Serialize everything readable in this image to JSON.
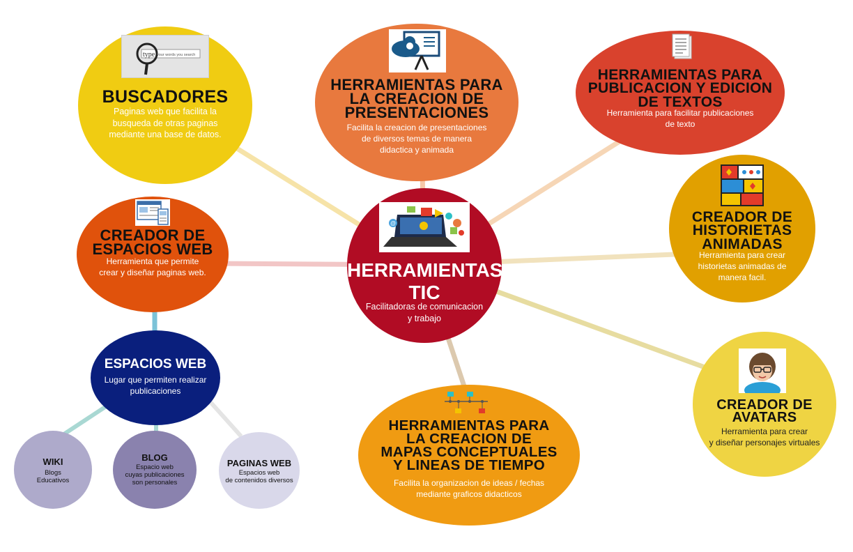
{
  "center": {
    "title_line1": "HERRAMIENTAS",
    "title_line2": "TIC",
    "desc_line1": "Facilitadoras de comunicacion",
    "desc_line2": "y trabajo"
  },
  "buscadores": {
    "title": "BUSCADORES",
    "icon_search_text": "type",
    "icon_bar_text": "your words you search",
    "desc_line1": "Paginas web que facilita la",
    "desc_line2": "busqueda de otras paginas",
    "desc_line3": "mediante una base de datos."
  },
  "presentaciones": {
    "title_line1": "HERRAMIENTAS PARA",
    "title_line2": "LA CREACION DE",
    "title_line3": "PRESENTACIONES",
    "desc_line1": "Facilita la creacion de presentaciones",
    "desc_line2": "de diversos temas de manera",
    "desc_line3": "didactica y animada"
  },
  "publicacion": {
    "title_line1": "HERRAMIENTAS PARA",
    "title_line2": "PUBLICACION Y EDICION",
    "title_line3": "DE TEXTOS",
    "desc_line1": "Herramienta para facilitar publicaciones",
    "desc_line2": "de texto"
  },
  "historietas": {
    "title_line1": "CREADOR DE",
    "title_line2": "HISTORIETAS",
    "title_line3": "ANIMADAS",
    "desc_line1": "Herramienta para crear",
    "desc_line2": "historietas animadas de",
    "desc_line3": "manera facil."
  },
  "avatars": {
    "title_line1": "CREADOR DE",
    "title_line2": "AVATARS",
    "desc_line1": "Herramienta para crear",
    "desc_line2": "y diseñar personajes virtuales"
  },
  "mapas": {
    "title_line1": "HERRAMIENTAS PARA",
    "title_line2": "LA CREACION DE",
    "title_line3": "MAPAS CONCEPTUALES",
    "title_line4": "Y LINEAS DE TIEMPO",
    "desc_line1": "Facilita la organizacion de ideas / fechas",
    "desc_line2": "mediante graficos didacticos"
  },
  "creador_web": {
    "title_line1": "CREADOR DE",
    "title_line2": "ESPACIOS WEB",
    "desc_line1": "Herramienta que  permite",
    "desc_line2": "crear y diseñar paginas web."
  },
  "espacios_web": {
    "title": "ESPACIOS WEB",
    "desc_line1": "Lugar que permiten realizar",
    "desc_line2": "publicaciones"
  },
  "wiki": {
    "title": "WIKI",
    "desc_line1": "Blogs",
    "desc_line2": "Educativos"
  },
  "blog": {
    "title": "BLOG",
    "desc_line1": "Espacio web",
    "desc_line2": "cuyas publicaciones",
    "desc_line3": "son personales"
  },
  "paginas_web": {
    "title": "PAGINAS WEB",
    "desc_line1": "Espacios web",
    "desc_line2": "de contenidos diversos"
  },
  "colors": {
    "center": "#b10c24",
    "buscadores": "#f0cc12",
    "presentaciones": "#e8793e",
    "publicacion": "#d9422d",
    "historietas": "#e1a000",
    "avatars": "#efd443",
    "mapas": "#f09b12",
    "creador_web": "#e0520c",
    "espacios_web": "#0a1f7d",
    "wiki": "#aeaacb",
    "blog": "#8a82ae",
    "paginas_web": "#d9d8ea"
  },
  "icons": {
    "buscadores": "magnifier-search-icon",
    "presentaciones": "presentation-board-icon",
    "publicacion": "document-icon",
    "historietas": "comic-panels-icon",
    "avatars": "avatar-face-icon",
    "mapas": "flowchart-icon",
    "creador_web": "web-layout-icon",
    "center": "laptop-media-icon"
  }
}
